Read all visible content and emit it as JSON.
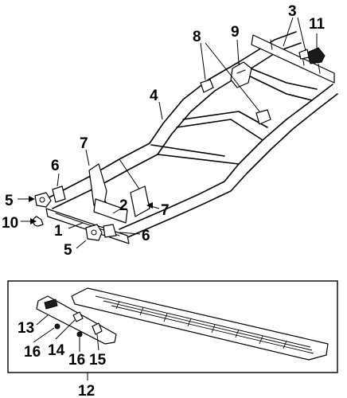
{
  "callouts": {
    "c1": "1",
    "c2": "2",
    "c3": "3",
    "c4": "4",
    "c5a": "5",
    "c5b": "5",
    "c6a": "6",
    "c6b": "6",
    "c7a": "7",
    "c7b": "7",
    "c8": "8",
    "c9": "9",
    "c10": "10",
    "c11": "11",
    "c12": "12",
    "c13": "13",
    "c14": "14",
    "c15": "15",
    "c16a": "16",
    "c16b": "16"
  },
  "colors": {
    "line": "#000000",
    "background": "#ffffff"
  }
}
